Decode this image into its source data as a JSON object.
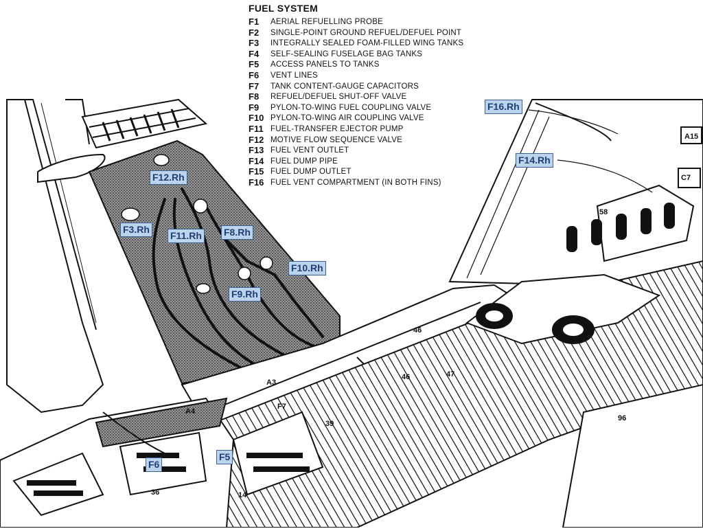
{
  "legend": {
    "title": "FUEL SYSTEM",
    "items": [
      {
        "code": "F1",
        "text": "Aerial refuelling probe"
      },
      {
        "code": "F2",
        "text": "Single-point ground refuel/defuel point"
      },
      {
        "code": "F3",
        "text": "Integrally sealed foam-filled wing tanks"
      },
      {
        "code": "F4",
        "text": "Self-sealing fuselage bag tanks"
      },
      {
        "code": "F5",
        "text": "Access panels to tanks"
      },
      {
        "code": "F6",
        "text": "Vent lines"
      },
      {
        "code": "F7",
        "text": "Tank content-gauge capacitors"
      },
      {
        "code": "F8",
        "text": "Refuel/defuel shut-off valve"
      },
      {
        "code": "F9",
        "text": "Pylon-to-wing fuel coupling valve"
      },
      {
        "code": "F10",
        "text": "Pylon-to-wing air coupling valve"
      },
      {
        "code": "F11",
        "text": "Fuel-transfer ejector pump"
      },
      {
        "code": "F12",
        "text": "Motive flow sequence valve"
      },
      {
        "code": "F13",
        "text": "Fuel vent outlet"
      },
      {
        "code": "F14",
        "text": "Fuel dump pipe"
      },
      {
        "code": "F15",
        "text": "Fuel dump outlet"
      },
      {
        "code": "F16",
        "text": "Fuel vent compartment (in both fins)"
      }
    ]
  },
  "callouts": {
    "f16": "F16.Rh",
    "f14": "F14.Rh",
    "f12": "F12.Rh",
    "f3": "F3.Rh",
    "f11": "F11.Rh",
    "f8": "F8.Rh",
    "f10": "F10.Rh",
    "f9": "F9.Rh",
    "f6": "F6",
    "f5": "F5"
  },
  "drawing_numbers": {
    "n58": "58",
    "n46a": "46",
    "n46b": "46",
    "n47": "47",
    "n39": "39",
    "n14": "14",
    "n36": "36",
    "a4": "A4",
    "a3": "A3",
    "a15": "A15",
    "c7": "C7",
    "f7": "F7",
    "n96": "96"
  },
  "colors": {
    "callout_fill": "#bcd3ee",
    "callout_border": "#3a5f93",
    "callout_text": "#1f3f74",
    "ink": "#111111"
  }
}
